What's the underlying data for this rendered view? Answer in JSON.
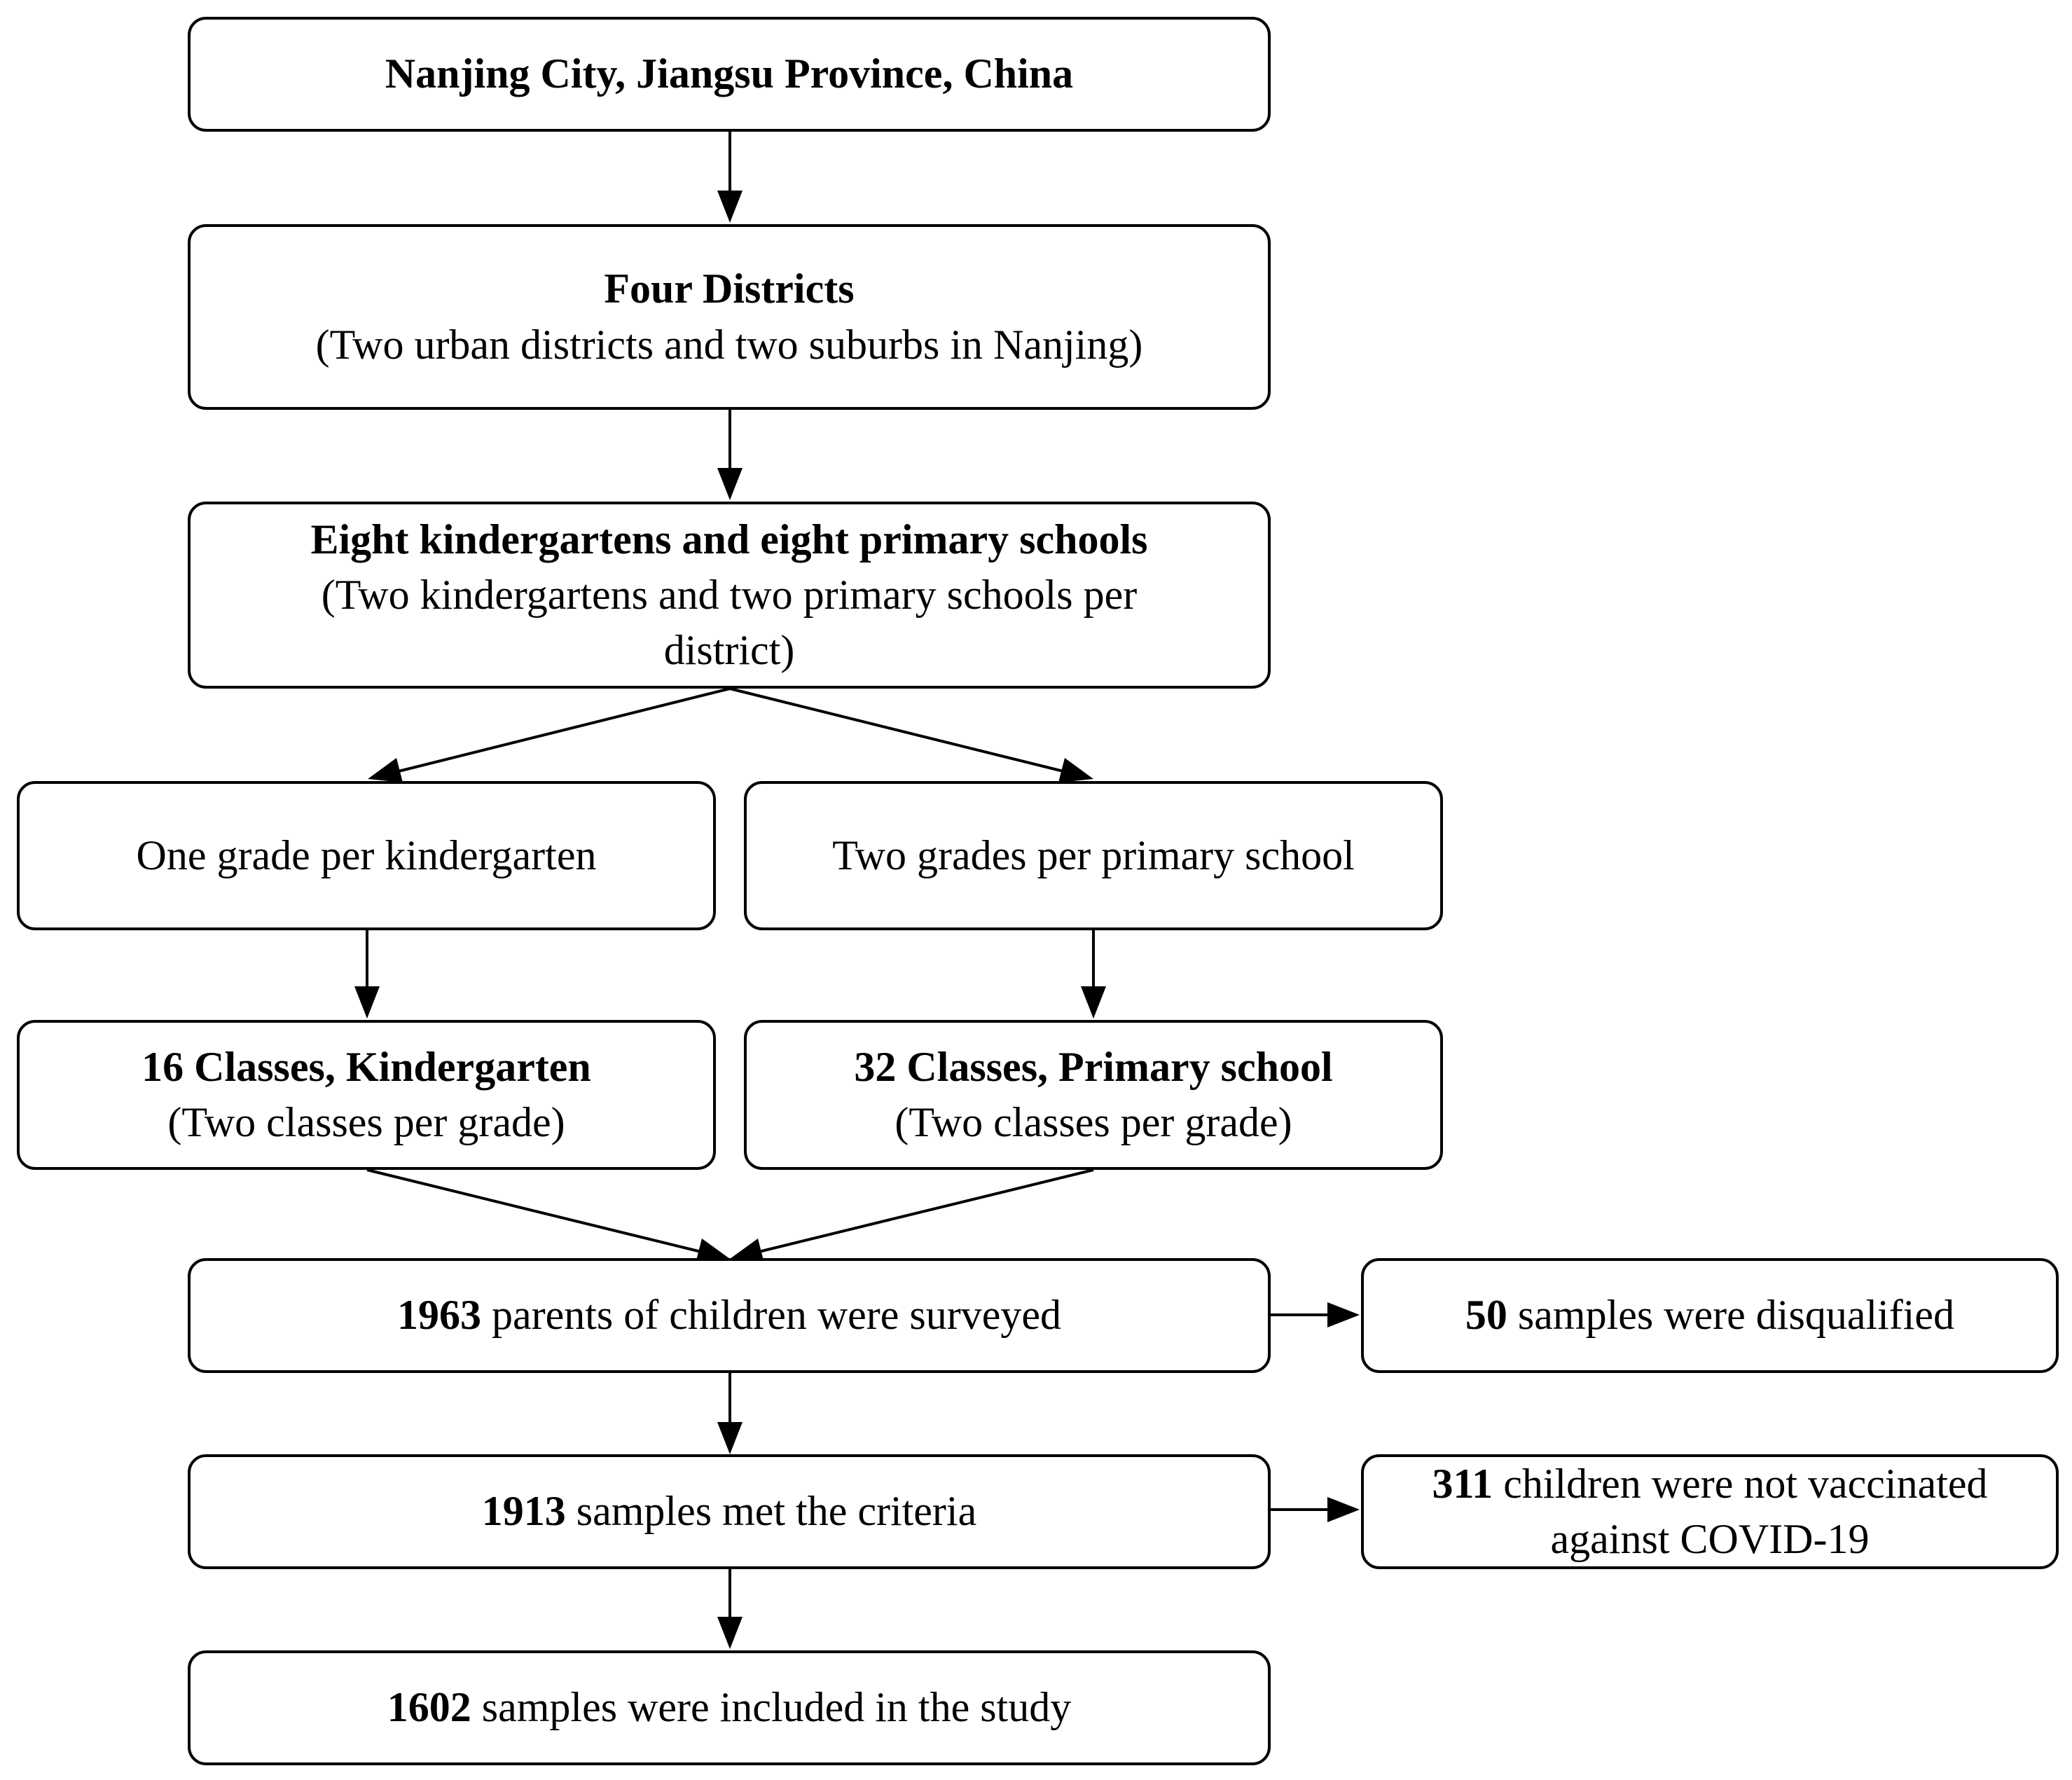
{
  "boxes": {
    "city": {
      "title": "Nanjing City, Jiangsu Province, China"
    },
    "districts": {
      "title": "Four Districts",
      "subtitle": "(Two urban districts and two suburbs in Nanjing)"
    },
    "schools": {
      "title": "Eight kindergartens and eight primary schools",
      "subtitle": "(Two kindergartens and two primary schools per district)"
    },
    "kg_grade": {
      "text": "One grade per kindergarten"
    },
    "ps_grade": {
      "text": "Two grades per primary school"
    },
    "kg_classes": {
      "title": "16 Classes, Kindergarten",
      "subtitle": "(Two classes per grade)"
    },
    "ps_classes": {
      "title": "32 Classes, Primary school",
      "subtitle": "(Two classes per grade)"
    },
    "surveyed": {
      "count": "1963",
      "text": " parents of children were surveyed"
    },
    "disqualified": {
      "count": "50",
      "text": " samples were disqualified"
    },
    "met": {
      "count": "1913",
      "text": " samples met the criteria"
    },
    "not_vaccinated": {
      "count": "311",
      "text": " children were not vaccinated against COVID-19"
    },
    "included": {
      "count": "1602",
      "text": " samples were included in the study"
    }
  }
}
